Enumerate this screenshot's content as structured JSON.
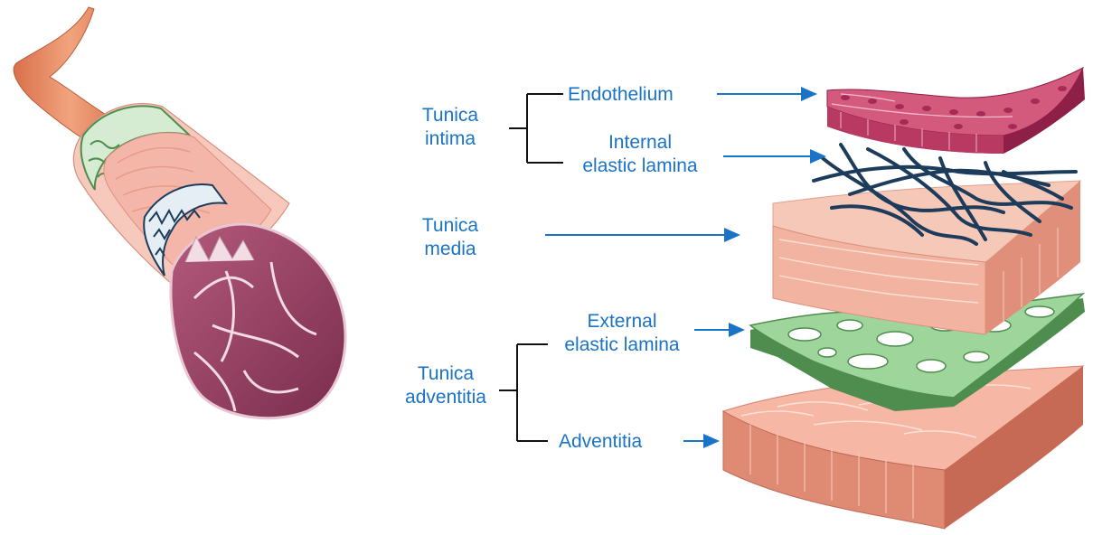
{
  "labels": {
    "tunica_intima": [
      "Tunica",
      "intima"
    ],
    "endothelium": "Endothelium",
    "internal_elastic_lamina": [
      "Internal",
      "elastic lamina"
    ],
    "tunica_media": [
      "Tunica",
      "media"
    ],
    "external_elastic_lamina": [
      "External",
      "elastic lamina"
    ],
    "tunica_adventitia": [
      "Tunica",
      "adventitia"
    ],
    "adventitia": "Adventitia"
  },
  "colors": {
    "label": "#1a73c6",
    "arrow": "#1a73c6",
    "bracket": "#111111",
    "endothelium": "#c8426a",
    "endothelium_dark": "#8e1f47",
    "elastic_lamina": "#1d3c5c",
    "media": "#f2b9a6",
    "media_side": "#e79a86",
    "external_lamina": "#8cc98a",
    "external_lamina_dark": "#4e8d4e",
    "adventitia": "#ef9f8c",
    "adventitia_side": "#d77a66",
    "vessel_outer": "#e58a63",
    "vessel_lumen": "#8c3b5c"
  }
}
